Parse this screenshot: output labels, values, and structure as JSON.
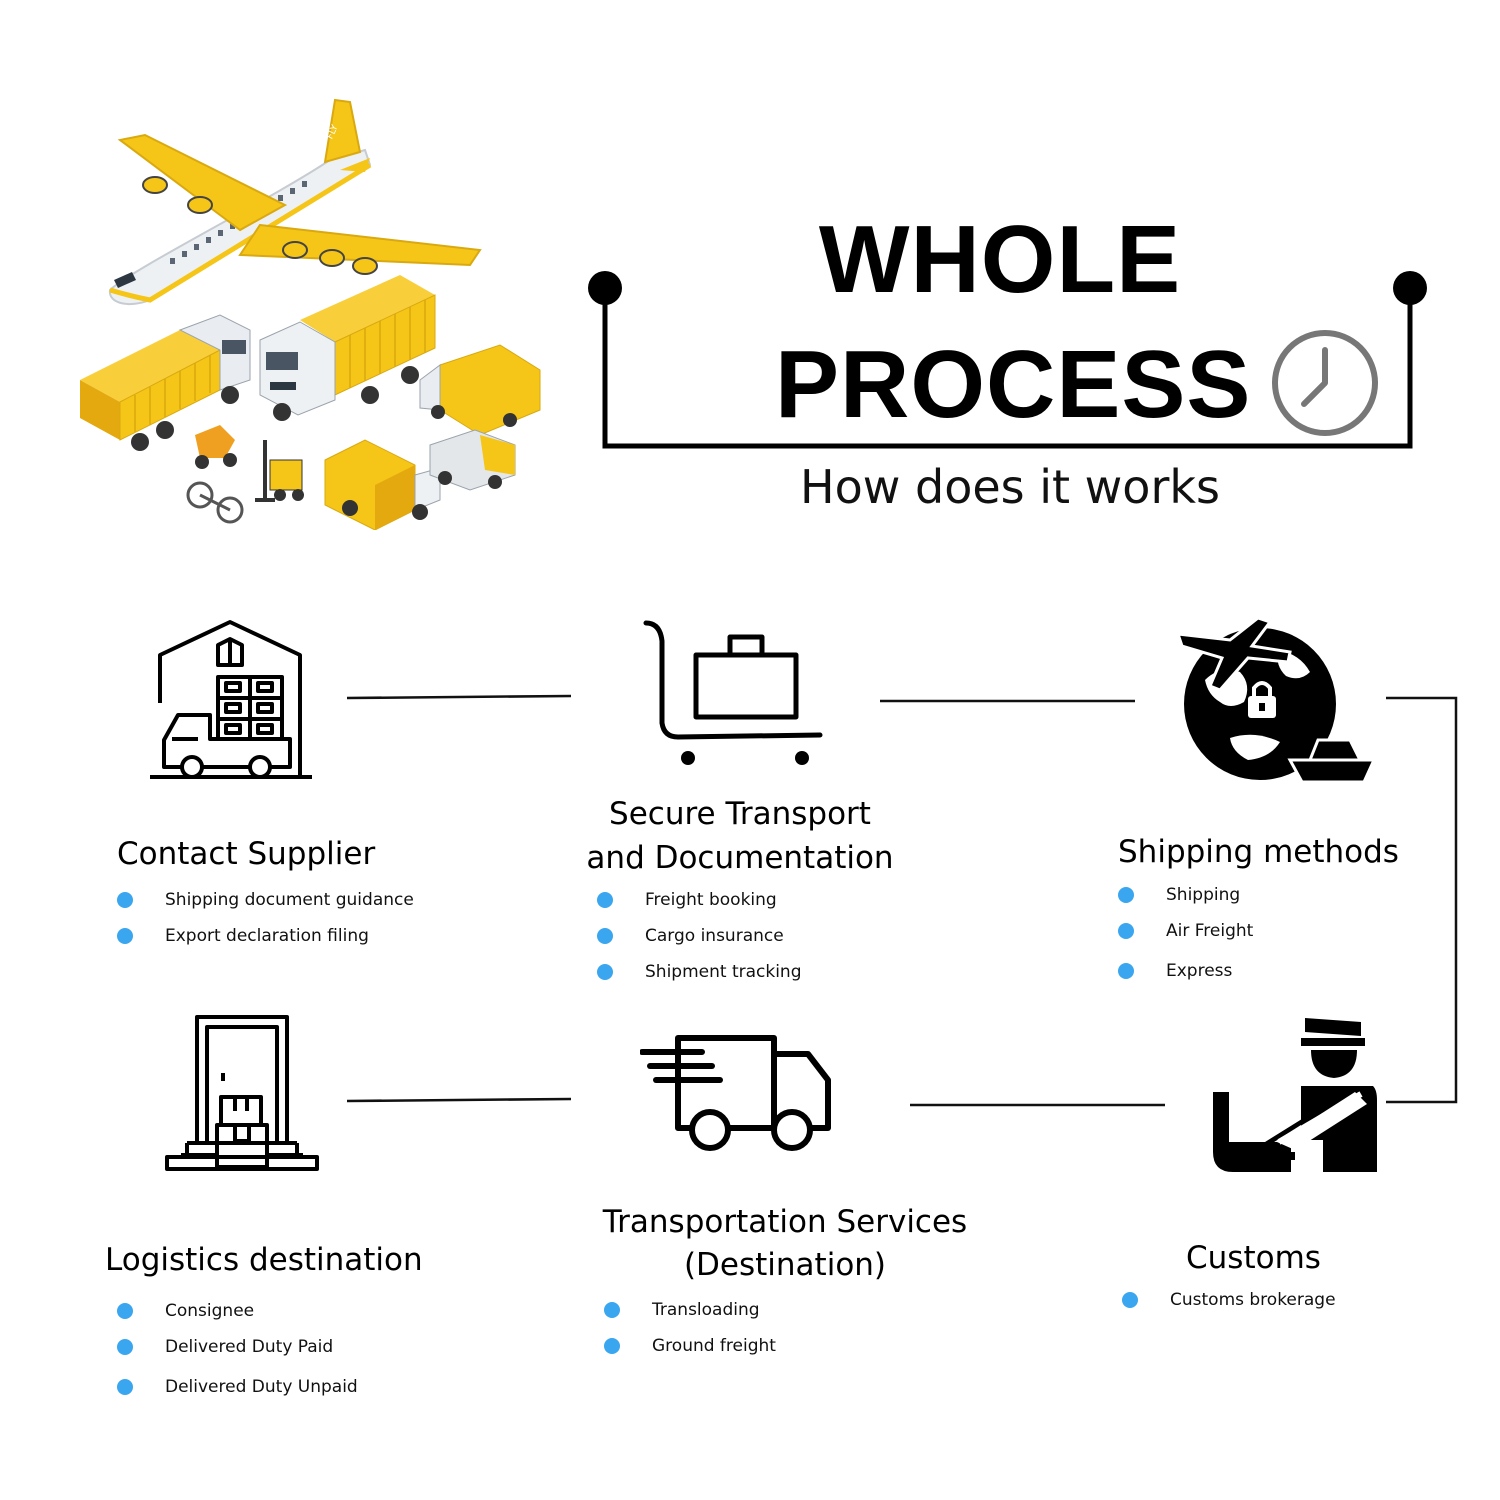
{
  "header": {
    "title_line1": "WHOLE",
    "title_line2": "PROCESS",
    "subtitle": "How does it works"
  },
  "colors": {
    "bullet": "#3aa6f0",
    "accent_yellow": "#f5c518",
    "ink": "#000000",
    "clock": "#777777"
  },
  "steps": [
    {
      "id": "contact-supplier",
      "title": "Contact Supplier",
      "icon": "warehouse-truck-icon",
      "bullets": [
        "Shipping document guidance",
        "Export declaration filing"
      ]
    },
    {
      "id": "secure-transport",
      "title_line1": "Secure Transport",
      "title_line2": "and Documentation",
      "icon": "luggage-cart-icon",
      "bullets": [
        "Freight booking",
        "Cargo insurance",
        "Shipment tracking"
      ]
    },
    {
      "id": "shipping-methods",
      "title": "Shipping methods",
      "icon": "globe-plane-ship-icon",
      "bullets": [
        "Shipping",
        "Air Freight",
        "Express"
      ]
    },
    {
      "id": "customs",
      "title": "Customs",
      "icon": "customs-officer-icon",
      "bullets": [
        "Customs brokerage"
      ]
    },
    {
      "id": "transportation-services",
      "title_line1": "Transportation Services",
      "title_line2": "(Destination)",
      "icon": "delivery-truck-icon",
      "bullets": [
        "Transloading",
        "Ground freight"
      ]
    },
    {
      "id": "logistics-destination",
      "title": "Logistics destination",
      "icon": "door-package-icon",
      "bullets": [
        "Consignee",
        "Delivered Duty Paid",
        "Delivered Duty Unpaid"
      ]
    }
  ],
  "illustration": {
    "label": "FLY"
  }
}
